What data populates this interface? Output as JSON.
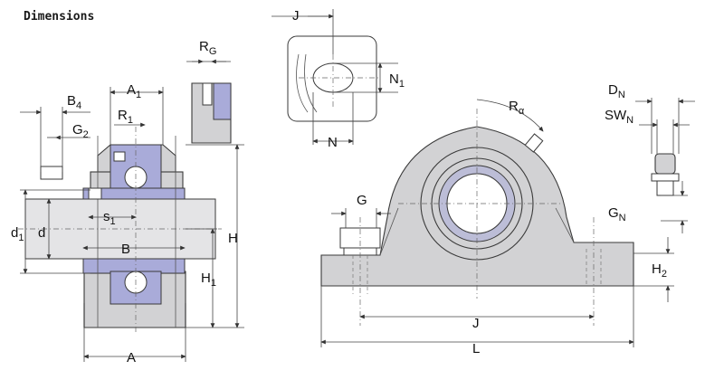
{
  "title": "Dimensions",
  "labels": {
    "J_top": "J",
    "N1": "N",
    "N1_sub": "1",
    "N": "N",
    "RG": "R",
    "RG_sub": "G",
    "A1": "A",
    "A1_sub": "1",
    "B4": "B",
    "B4_sub": "4",
    "R1": "R",
    "R1_sub": "1",
    "G2": "G",
    "G2_sub": "2",
    "s1": "s",
    "s1_sub": "1",
    "d1": "d",
    "d1_sub": "1",
    "d": "d",
    "B": "B",
    "H": "H",
    "H1": "H",
    "H1_sub": "1",
    "A": "A",
    "Ra": "R",
    "Ra_sub": "α",
    "G": "G",
    "J": "J",
    "L": "L",
    "H2": "H",
    "H2_sub": "2",
    "DN": "D",
    "DN_sub": "N",
    "SWN": "SW",
    "SWN_sub": "N",
    "GN": "G",
    "GN_sub": "N"
  },
  "colors": {
    "highlight": "#a9abd9",
    "housing": "#d2d2d4"
  }
}
